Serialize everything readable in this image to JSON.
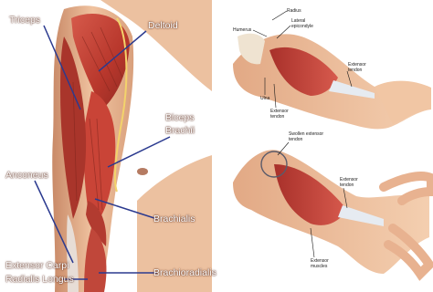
{
  "left_figure": {
    "labels": {
      "triceps": "Triceps",
      "deltoid": "Deltoid",
      "biceps_line1": "Biceps",
      "biceps_line2": "Brachii",
      "anconeus": "Anconeus",
      "brachialis": "Brachialis",
      "ecrl_line1": "Extensor Carpi",
      "ecrl_line2": "Radialis Longus",
      "brachioradialis": "Brachioradialis"
    }
  },
  "right_top_figure": {
    "labels": {
      "radius": "Radius",
      "humerus": "Humerus",
      "lateral_epicondyle_line1": "Lateral",
      "lateral_epicondyle_line2": "epicondyle",
      "extensor_tendon_line1": "Extensor",
      "extensor_tendon_line2": "tendon",
      "ulna": "Ulna",
      "extensor_tendon_inner_line1": "Extensor",
      "extensor_tendon_inner_line2": "tendon"
    }
  },
  "right_bottom_figure": {
    "labels": {
      "swollen_line1": "Swollen extensor",
      "swollen_line2": "tendon",
      "extensor_tendon_line1": "Extensor",
      "extensor_tendon_line2": "tendon",
      "extensor_muscles_line1": "Extensor",
      "extensor_muscles_line2": "muscles"
    }
  },
  "colors": {
    "skin": "#e9b692",
    "muscle": "#c8473a",
    "muscle_dark": "#8e2a22",
    "tendon": "#eae6e2",
    "leader_line": "#2b3a8f",
    "background": "#ffffff"
  }
}
